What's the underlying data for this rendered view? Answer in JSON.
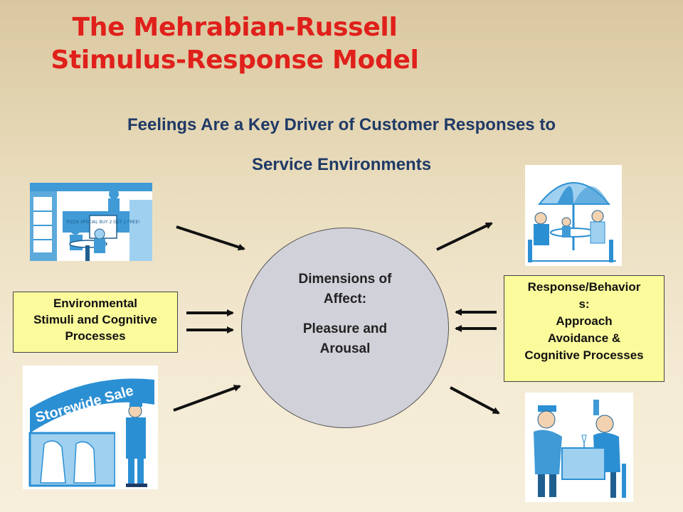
{
  "title": {
    "line1": "The Mehrabian-Russell",
    "line2": "Stimulus-Response Model"
  },
  "subtitle": {
    "line1": "Feelings Are a Key Driver of Customer Responses to",
    "line2": "Service Environments"
  },
  "stimuli_box": {
    "line1": "Environmental",
    "line2": "Stimuli and Cognitive",
    "line3": "Processes"
  },
  "affect_circle": {
    "line1a": "Dimensions of",
    "line1b": "Affect:",
    "line2a": "Pleasure and",
    "line2b": "Arousal"
  },
  "response_box": {
    "line1a": "Response/Behavior",
    "line1b": "s:",
    "line2": "Approach",
    "line3": "Avoidance &",
    "line4": "Cognitive Processes"
  },
  "illustrations": {
    "pizza_sign": "PIZZA SPECIAL BUY 2 GET 1 FREE!",
    "store_banner": "Storewide Sale"
  },
  "colors": {
    "title": "#e0201b",
    "subtitle": "#1f3a66",
    "box_fill": "#fbfb9c",
    "circle_fill": "#d1d1da",
    "clipart_blue": "#3f9ad6"
  }
}
